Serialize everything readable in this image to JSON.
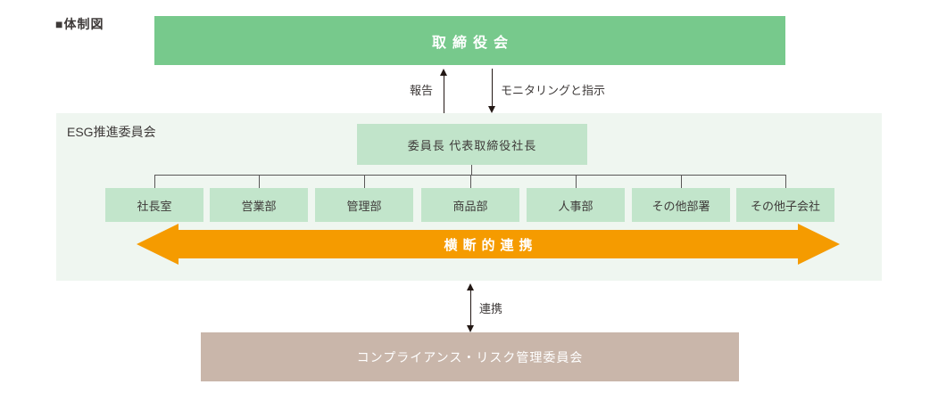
{
  "page": {
    "title_label": "■体制図"
  },
  "board": {
    "label": "取締役会"
  },
  "arrows": {
    "report_label": "報告",
    "monitoring_label": "モニタリングと指示",
    "cross_functional_label": "横断的連携",
    "link_label": "連携"
  },
  "esg": {
    "panel_label": "ESG推進委員会",
    "chairman_label": "委員長 代表取締役社長",
    "departments": [
      "社長室",
      "営業部",
      "管理部",
      "商品部",
      "人事部",
      "その他部署",
      "その他子会社"
    ]
  },
  "compliance": {
    "label": "コンプライアンス・リスク管理委員会"
  },
  "colors": {
    "board_green": "#77C98C",
    "box_green": "#C2E5CB",
    "panel_green": "#EFF6F0",
    "orange": "#F59B00",
    "taupe": "#C9B6AA",
    "line_black": "#231815",
    "text_dark": "#3E3A39"
  }
}
